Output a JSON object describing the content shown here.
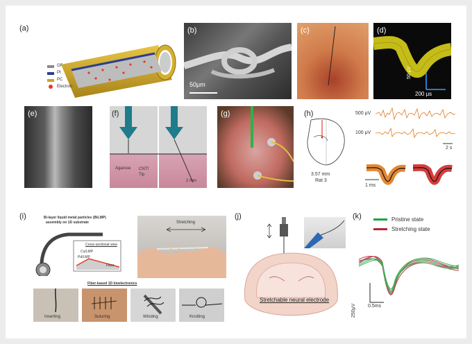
{
  "panels": {
    "a": {
      "label": "(a)",
      "legend": [
        {
          "text": "GF",
          "color": "#8a8a8a"
        },
        {
          "text": "Pt",
          "color": "#2c3e8f"
        },
        {
          "text": "PC",
          "color": "#c9a227"
        },
        {
          "text": "Electron",
          "color": "#e23b2b"
        }
      ]
    },
    "b": {
      "label": "(b)",
      "scale": "50μm"
    },
    "c": {
      "label": "(c)"
    },
    "d": {
      "label": "(d)",
      "scale_v": "50 μV",
      "scale_t": "200 μs"
    },
    "e": {
      "label": "(e)"
    },
    "f": {
      "label": "(f)",
      "agarose": "Agarose",
      "tip": "CNTf\nTip",
      "scale": "2 mm"
    },
    "g": {
      "label": "(g)"
    },
    "h": {
      "label": "(h)",
      "depth": "3.57 mm",
      "rat": "Rat 3",
      "trace1": "500 μV",
      "trace2": "100 μV",
      "tscale": "2 s",
      "ms": "1 ms"
    },
    "i": {
      "label": "(i)",
      "title1": "Bi-layer liquid metal particles (BiLMP)",
      "title2": "assembly on 1D substrate",
      "cross": "Cross-sectional view",
      "layer1": "Cu/LMP",
      "layer2": "Pd/LMP",
      "fiber": "Fiber",
      "stretching": "Stretching",
      "fiber_title": "Fiber-based 1D bioelectronics",
      "cells": [
        "Inserting",
        "Suturing",
        "Winding",
        "Knotting"
      ]
    },
    "j": {
      "label": "(j)",
      "caption": "Stretchable neural electrode"
    },
    "k": {
      "label": "(k)",
      "legend": [
        {
          "text": "Pristine state",
          "color": "#1aa33a"
        },
        {
          "text": "Stretching state",
          "color": "#b0263a"
        }
      ],
      "scale_v": "250μV",
      "scale_t": "0.5ms"
    }
  }
}
